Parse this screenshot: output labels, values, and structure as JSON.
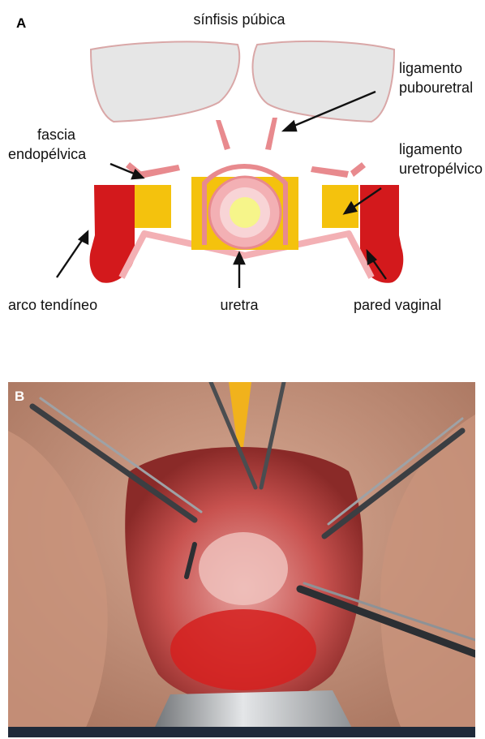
{
  "panel_a": {
    "letter": "A",
    "labels": {
      "symphysis": "sínfisis púbica",
      "pubourethral_1": "ligamento",
      "pubourethral_2": "pubouretral",
      "fascia_1": "fascia",
      "fascia_2": "endopélvica",
      "urethropelvic_1": "ligamento",
      "urethropelvic_2": "uretropélvico",
      "tendinous_arch": "arco tendíneo",
      "urethra": "uretra",
      "vaginal_wall": "pared vaginal"
    },
    "colors": {
      "bone": "#e6e6e6",
      "bone_outline": "#d9a7a7",
      "ligament_pink": "#e88a8e",
      "muscle_red": "#d3191c",
      "yellow": "#f4c20d",
      "urethra_pink": "#f3b0b4",
      "urethra_center": "#f6f58a"
    }
  },
  "panel_b": {
    "letter": "B"
  }
}
